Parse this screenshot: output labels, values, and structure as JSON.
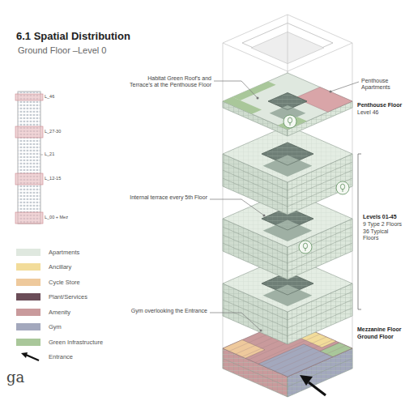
{
  "diagram": {
    "title": "6.1 Spatial Distribution",
    "labels": [
      "Ground Floor –Level 0",
      "L_46",
      "L_27-30",
      "L_21",
      "L_12-15",
      "L_00 + Mez",
      "Habitat Green Roof's and Terrace's at the Penthouse Floor",
      "Penthouse Apartments",
      "Penthouse Floor",
      "Level 46",
      "Internal terrace every 5th Floor",
      "Levels 01-45",
      "9 Type 2 Floors",
      "36 Typical Floors",
      "Gym overlooking the Entrance",
      "Mezzanine Floor",
      "Ground Floor",
      "ga"
    ],
    "legend": [
      {
        "text": "Apartments",
        "color": "#dfe8df"
      },
      {
        "text": "Ancillary",
        "color": "#f2dc9a"
      },
      {
        "text": "Cycle Store",
        "color": "#eec99c"
      },
      {
        "text": "Plant/Services",
        "color": "#6b4d58"
      },
      {
        "text": "Amenity",
        "color": "#c99a9c"
      },
      {
        "text": "Gym",
        "color": "#a3a8bd"
      },
      {
        "text": "Green Infrastructure",
        "color": "#a9c79a"
      },
      {
        "text": "Entrance"
      }
    ]
  }
}
